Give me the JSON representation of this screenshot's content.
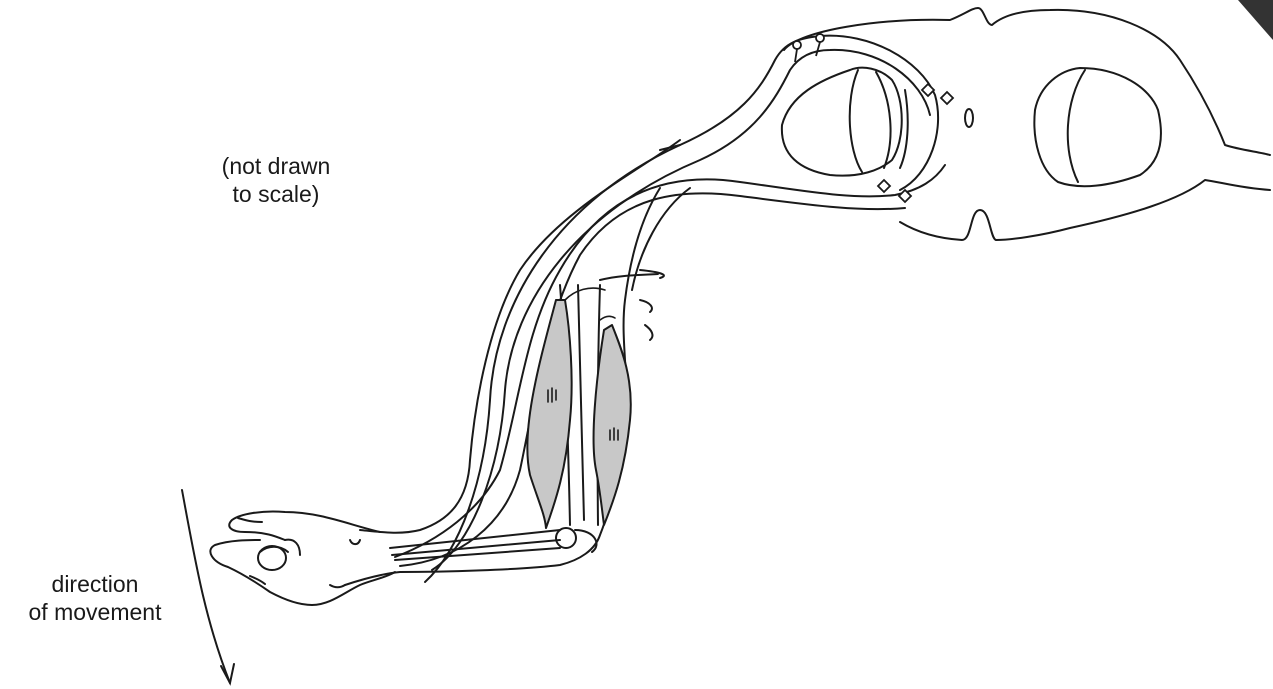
{
  "labels": {
    "scale_note_line1": "(not drawn",
    "scale_note_line2": "to scale)",
    "movement_line1": "direction",
    "movement_line2": "of movement"
  },
  "colors": {
    "stroke": "#1a1a1a",
    "muscle_fill": "#c8c8c8",
    "background": "#ffffff",
    "corner_shadow": "#333333"
  }
}
